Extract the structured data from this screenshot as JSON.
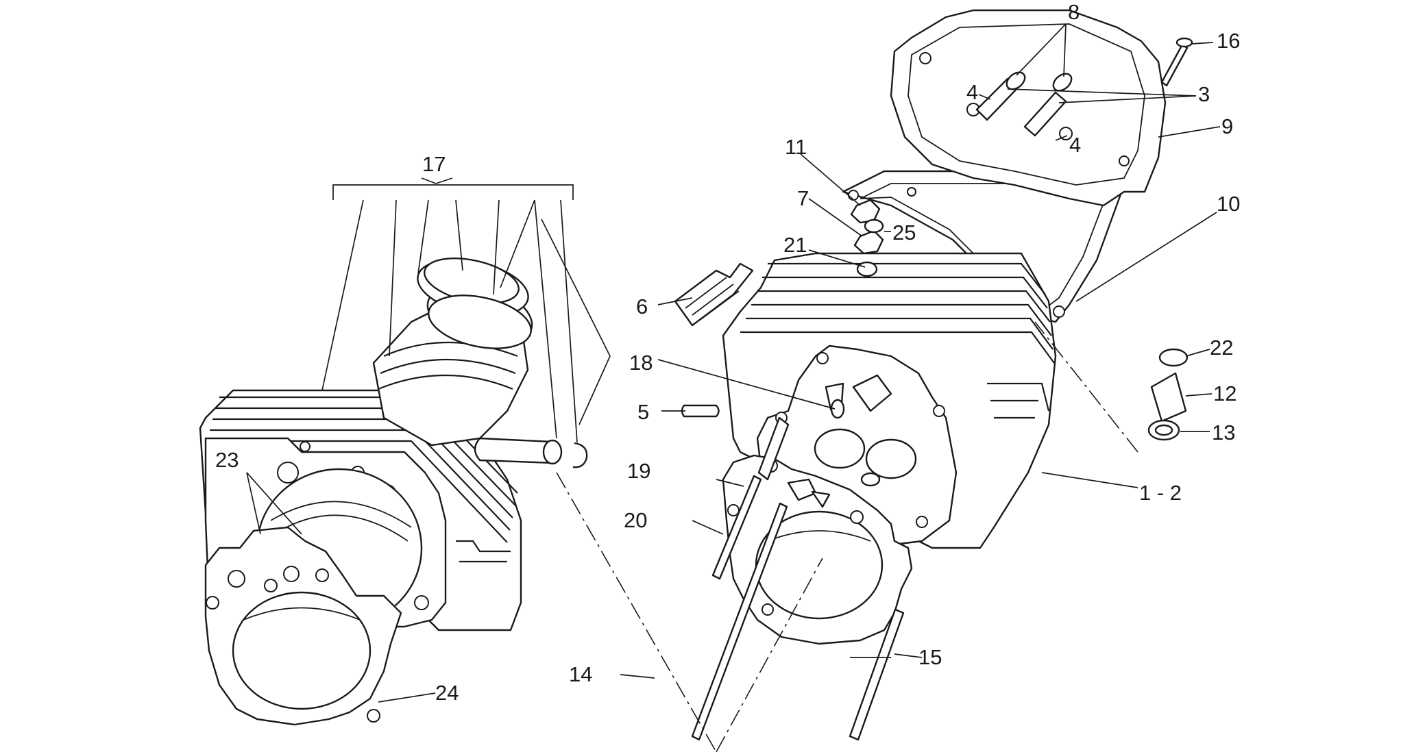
{
  "diagram": {
    "labels": {
      "l1_2": "1 - 2",
      "l3": "3",
      "l4a": "4",
      "l4b": "4",
      "l5": "5",
      "l6": "6",
      "l7": "7",
      "l8": "8",
      "l9": "9",
      "l10": "10",
      "l11": "11",
      "l12": "12",
      "l13": "13",
      "l14": "14",
      "l15": "15",
      "l16": "16",
      "l17": "17",
      "l18": "18",
      "l19": "19",
      "l20": "20",
      "l21": "21",
      "l22": "22",
      "l23": "23",
      "l24": "24",
      "l25": "25"
    }
  }
}
